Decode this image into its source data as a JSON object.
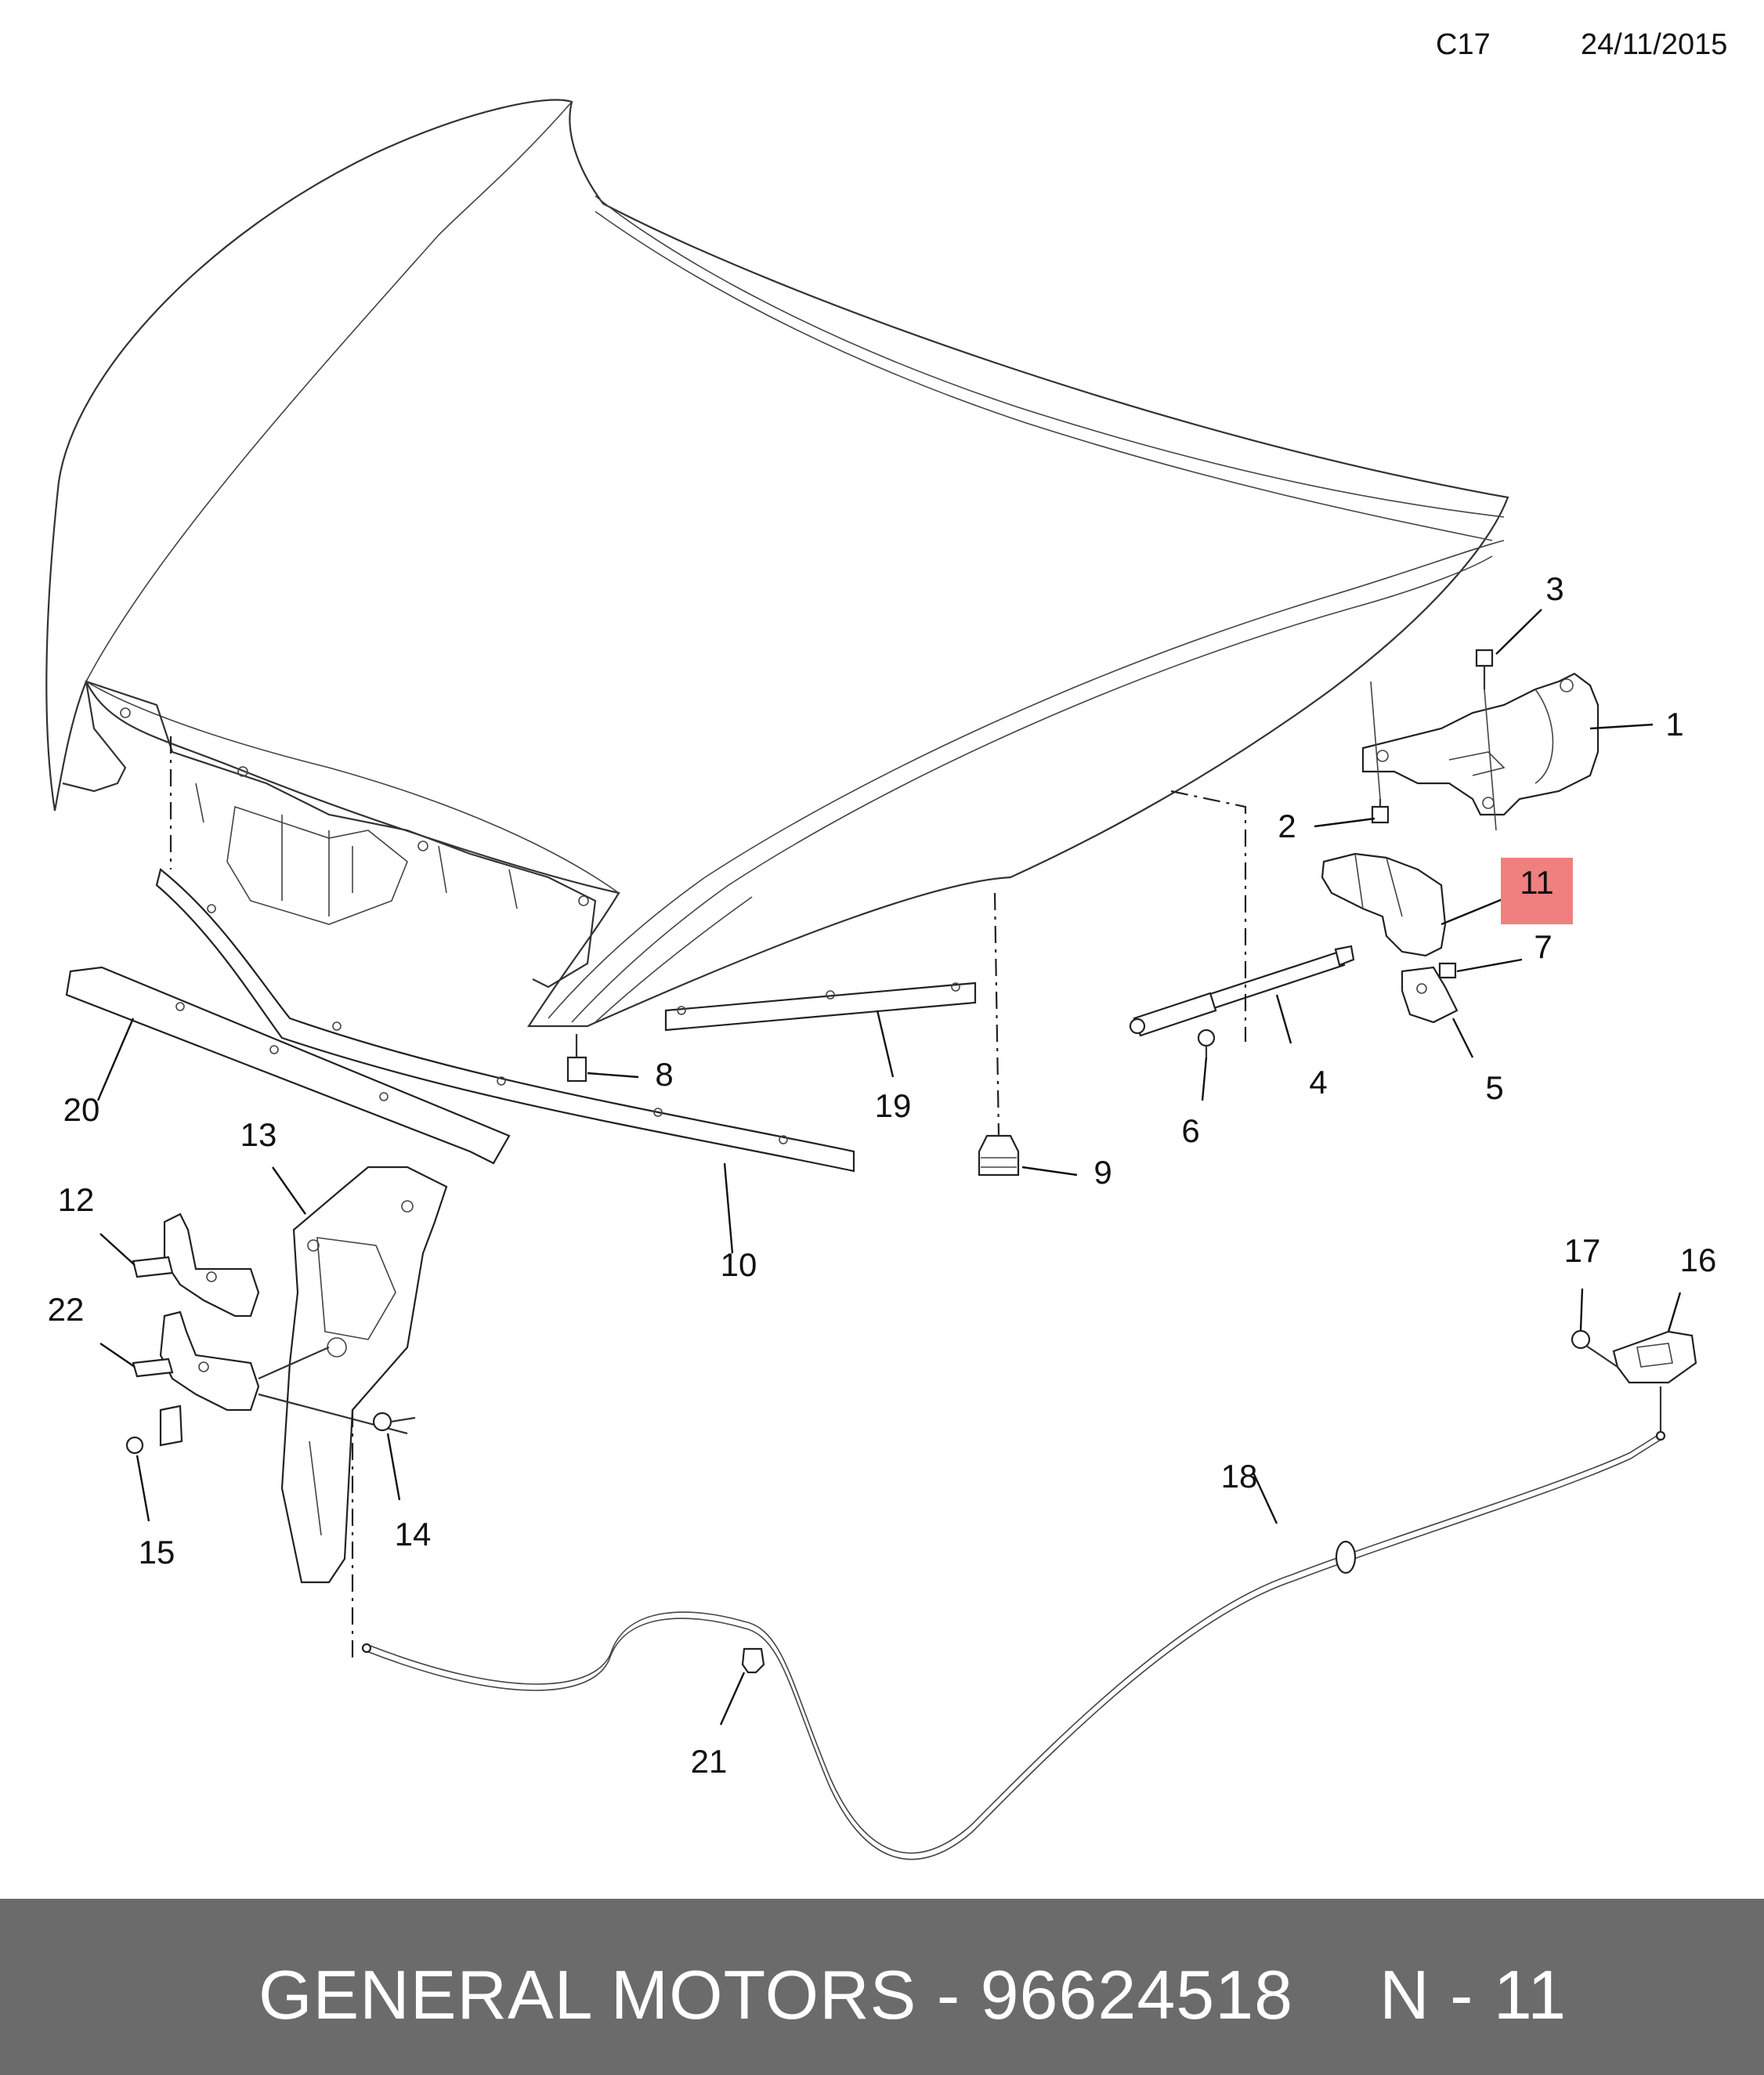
{
  "header": {
    "code": "C17",
    "date": "24/11/2015"
  },
  "footer": {
    "brand": "GENERAL MOTORS",
    "separator": " - ",
    "part_number": "96624518",
    "ref": "N - 11"
  },
  "highlight_color": "#f08080",
  "highlighted_callout": "11",
  "callouts": {
    "c1": "1",
    "c2": "2",
    "c3": "3",
    "c4": "4",
    "c5": "5",
    "c6": "6",
    "c7": "7",
    "c8": "8",
    "c9": "9",
    "c10": "10",
    "c11": "11",
    "c12": "12",
    "c13": "13",
    "c14": "14",
    "c15": "15",
    "c16": "16",
    "c17": "17",
    "c18": "18",
    "c19": "19",
    "c20": "20",
    "c21": "21",
    "c22": "22"
  }
}
